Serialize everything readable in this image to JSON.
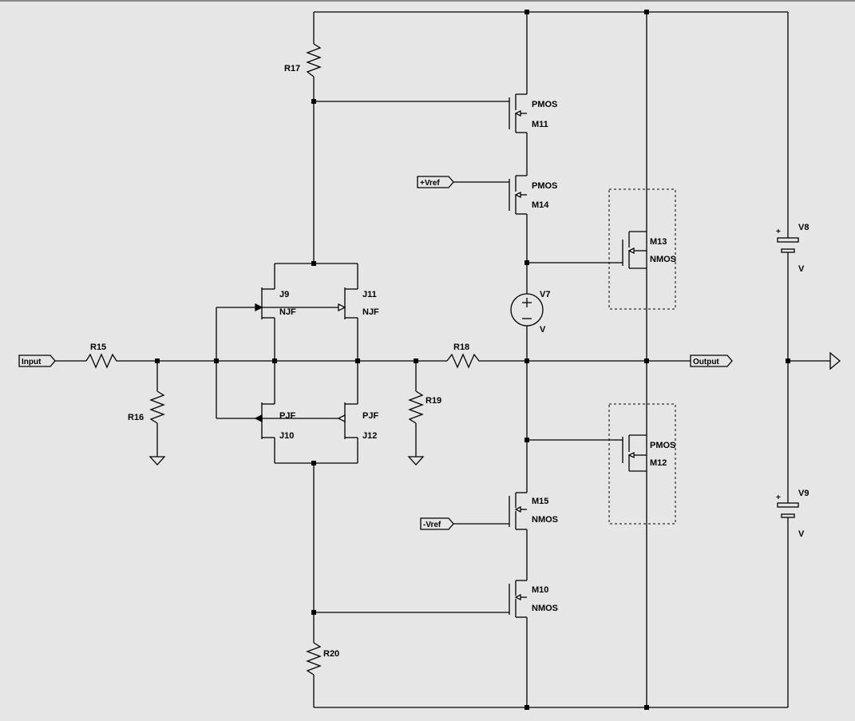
{
  "colors": {
    "background": "#e6e6e6",
    "wire": "#000000",
    "box": "#000000"
  },
  "components": {
    "R15": "R15",
    "R16": "R16",
    "R17": "R17",
    "R18": "R18",
    "R19": "R19",
    "R20": "R20",
    "J9": "J9",
    "J9_model": "NJF",
    "J11": "J11",
    "J11_model": "NJF",
    "J10": "J10",
    "J10_model": "PJF",
    "J12": "J12",
    "J12_model": "PJF",
    "M11": "M11",
    "M11_model": "PMOS",
    "M14": "M14",
    "M14_model": "PMOS",
    "M13": "M13",
    "M13_model": "NMOS",
    "M12": "M12",
    "M12_model": "PMOS",
    "M15": "M15",
    "M15_model": "NMOS",
    "M10": "M10",
    "M10_model": "NMOS",
    "V7": "V7",
    "V7_value": "V",
    "V8": "V8",
    "V8_value": "V",
    "V9": "V9",
    "V9_value": "V",
    "plus": "+"
  },
  "ports": {
    "input": "Input",
    "output": "Output",
    "vref_pos": "+Vref",
    "vref_neg": "-Vref"
  }
}
